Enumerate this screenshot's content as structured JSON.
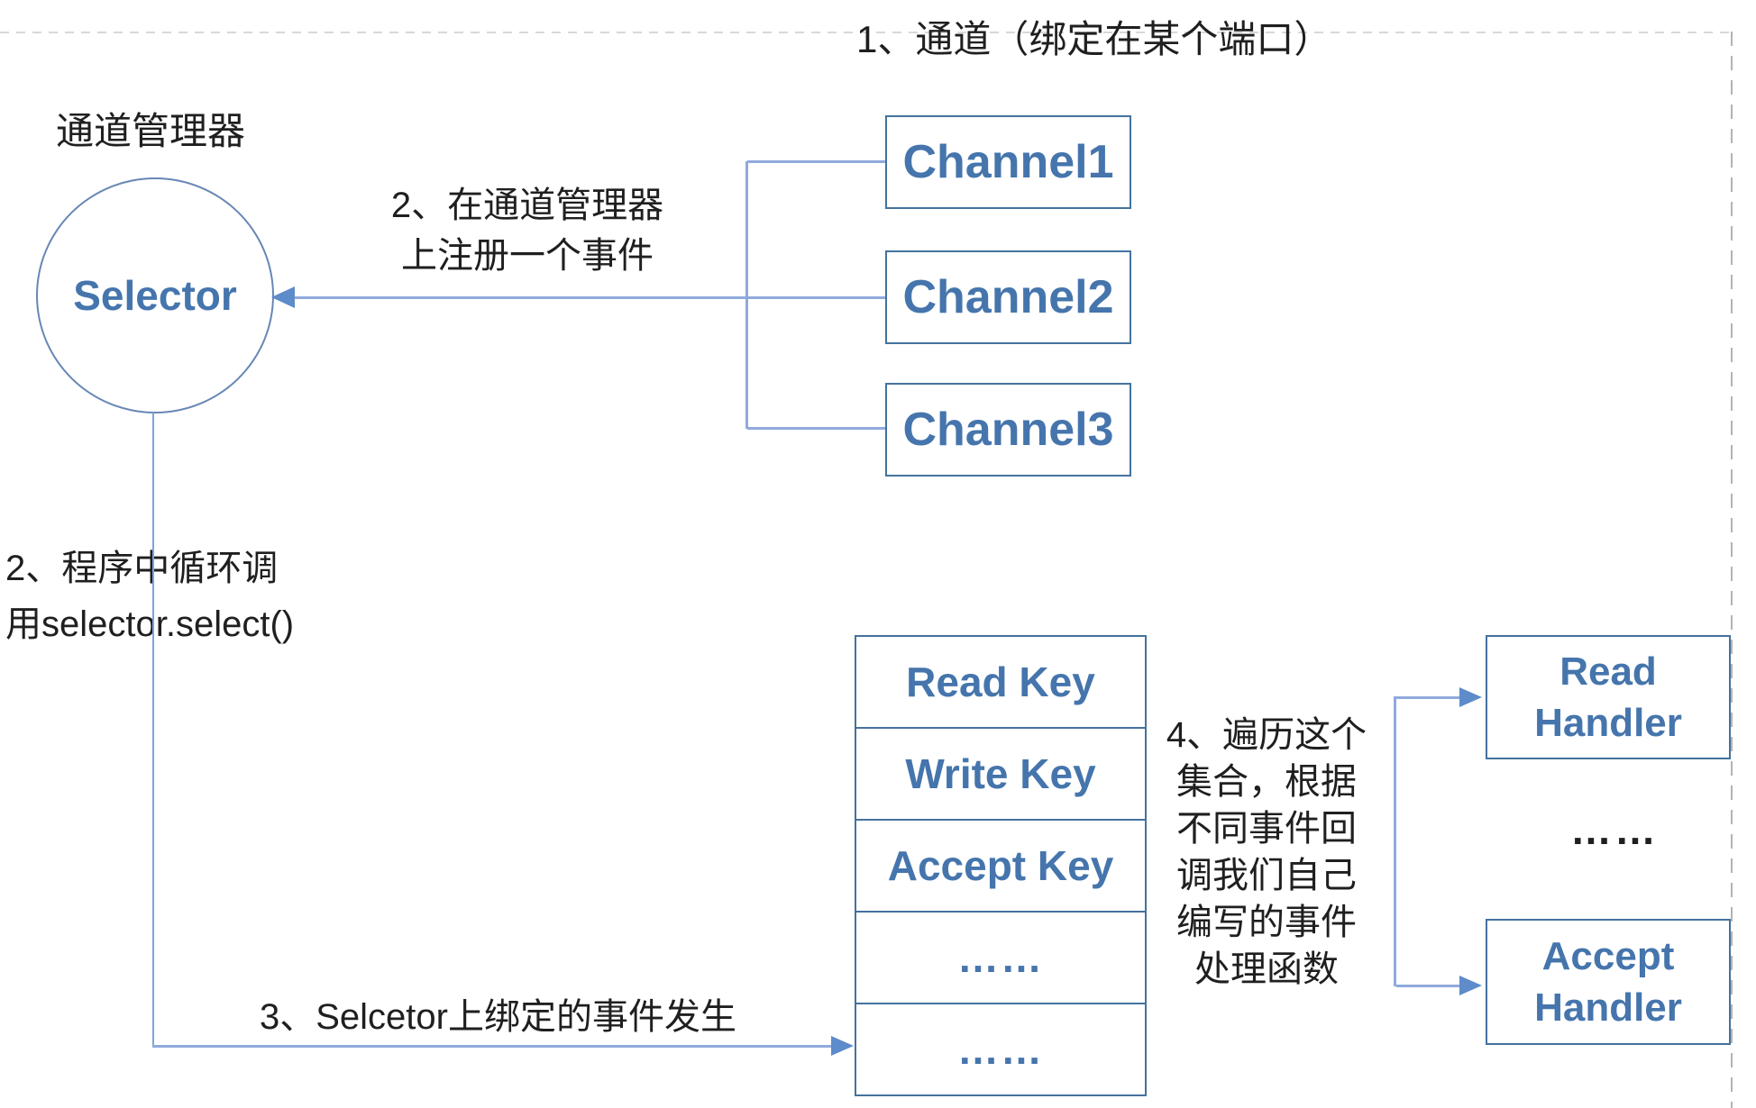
{
  "diagram": {
    "step1_label": "1、通道（绑定在某个端口）",
    "channel_manager_label": "通道管理器",
    "selector_label": "Selector",
    "register_note": {
      "line1": "2、在通道管理器",
      "line2": "上注册一个事件"
    },
    "loop_note": {
      "line1": "2、程序中循环调",
      "line2": "用selector.select()"
    },
    "event_note": "3、Selcetor上绑定的事件发生",
    "iterate_note": {
      "lines": [
        "4、遍历这个",
        "集合，根据",
        "不同事件回",
        "调我们自己",
        "编写的事件",
        "处理函数"
      ]
    },
    "channels": [
      "Channel1",
      "Channel2",
      "Channel3"
    ],
    "key_list": [
      "Read Key",
      "Write Key",
      "Accept Key",
      "……",
      "……"
    ],
    "handlers": {
      "read": {
        "line1": "Read",
        "line2": "Handler"
      },
      "ellipsis": "……",
      "accept": {
        "line1": "Accept",
        "line2": "Handler"
      }
    },
    "colors": {
      "box_border": "#44729f",
      "box_text": "#4575ac",
      "connector_line": "#8faadc",
      "arrowhead": "#5e8bc9",
      "annotation_text": "#1f1f1f",
      "guide_dash_h": "#d8d8d8",
      "guide_dash_v": "#b3b3b3"
    }
  }
}
